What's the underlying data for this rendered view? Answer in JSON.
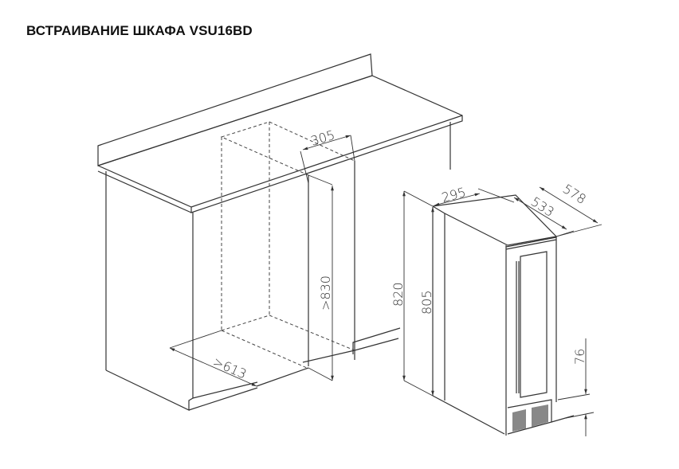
{
  "title": "ВСТРАИВАНИЕ ШКАФА VSU16BD",
  "dimensions": {
    "niche_width": "305",
    "niche_height": ">830",
    "niche_depth": ">613",
    "total_height": "820",
    "body_height": "805",
    "width": "295",
    "body_depth": "533",
    "total_depth": "578",
    "plinth_height": "76"
  }
}
